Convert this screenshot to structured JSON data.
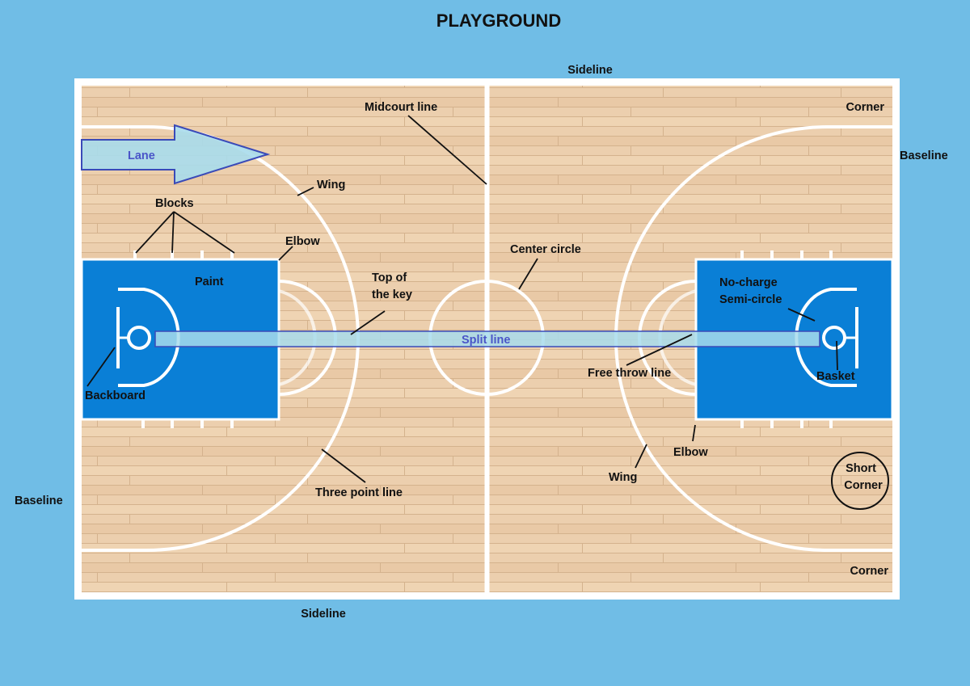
{
  "title": "PLAYGROUND",
  "colors": {
    "background": "#70bde6",
    "wood": "#eccfae",
    "paint": "#0a7fd6",
    "lines": "#ffffff",
    "overlay": "#a8dcec",
    "overlay_stroke": "#3a4ab8"
  },
  "labels": {
    "sideline_top": "Sideline",
    "sideline_bottom": "Sideline",
    "baseline_left": "Baseline",
    "baseline_right": "Baseline",
    "midcourt_line": "Midcourt line",
    "corner_top": "Corner",
    "corner_bottom": "Corner",
    "lane": "Lane",
    "wing_left": "Wing",
    "wing_right": "Wing",
    "blocks": "Blocks",
    "elbow_left": "Elbow",
    "elbow_right": "Elbow",
    "center_circle": "Center circle",
    "paint": "Paint",
    "top_of_key_1": "Top of",
    "top_of_key_2": "the key",
    "no_charge_1": "No-charge",
    "no_charge_2": "Semi-circle",
    "split_line": "Split line",
    "backboard": "Backboard",
    "free_throw_line": "Free throw line",
    "basket": "Basket",
    "three_point_line": "Three point line",
    "short_corner_1": "Short",
    "short_corner_2": "Corner"
  }
}
